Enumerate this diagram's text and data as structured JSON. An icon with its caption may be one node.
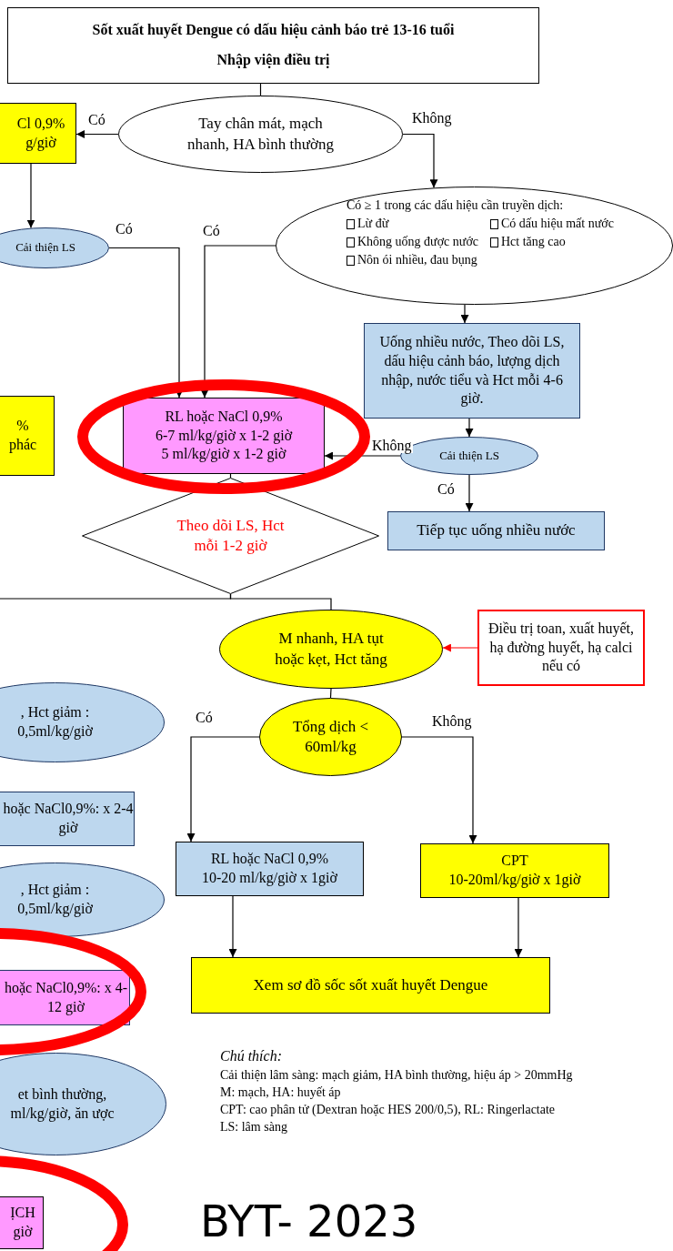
{
  "diagram": {
    "nodes": [
      {
        "text": [
          "Sốt xuất huyết Dengue có dấu hiệu cảnh báo trẻ 13-16 tuổi",
          "Nhập viện điều trị"
        ]
      },
      {
        "text": [
          "Cl 0,9% g/giờ"
        ]
      },
      {
        "text": [
          "Tay chân mát, mạch nhanh, HA bình thường"
        ]
      },
      {
        "text": [
          "Cải thiện LS"
        ]
      },
      {
        "text": [
          "Có ≥ 1 trong các dấu hiệu cần truyền dịch:",
          "Lừ đừ",
          "Có dấu hiệu mất nước",
          "Không uống được nước",
          "Hct tăng cao",
          "Nôn ói nhiều, đau bụng"
        ]
      },
      {
        "text": [
          "Uống nhiều nước, Theo dõi LS, dấu hiệu cảnh báo, lượng dịch nhập, nước tiểu và Hct mỗi 4-6 giờ."
        ]
      },
      {
        "text": [
          "% phác"
        ]
      },
      {
        "text": [
          "RL hoặc NaCl 0,9%",
          "6-7 ml/kg/giờ x 1-2 giờ",
          "5 ml/kg/giờ x 1-2 giờ"
        ]
      },
      {
        "text": [
          "Cải thiện LS"
        ]
      },
      {
        "text": [
          "Tiếp tục uống nhiều nước"
        ]
      },
      {
        "text": [
          "Theo dõi LS, Hct mỗi 1-2 giờ"
        ]
      },
      {
        "text": [
          "M nhanh, HA tụt hoặc kẹt, Hct tăng"
        ]
      },
      {
        "text": [
          "Điều trị toan, xuất huyết, hạ đường huyết, hạ calci nếu có"
        ]
      },
      {
        "text": [
          "Tổng dịch < 60ml/kg"
        ]
      },
      {
        "text": [
          ", Hct giảm : 0,5ml/kg/giờ"
        ]
      },
      {
        "text": [
          "hoặc NaCl0,9%: x 2-4 giờ"
        ]
      },
      {
        "text": [
          "RL hoặc NaCl 0,9%",
          "10-20 ml/kg/giờ x 1giờ"
        ]
      },
      {
        "text": [
          "CPT",
          "10-20ml/kg/giờ x 1giờ"
        ]
      },
      {
        "text": [
          ", Hct giảm : 0,5ml/kg/giờ"
        ]
      },
      {
        "text": [
          "Xem sơ đồ sốc sốt xuất huyết Dengue"
        ]
      },
      {
        "text": [
          "hoặc NaCl0,9%: x 4-12 giờ"
        ]
      },
      {
        "text": [
          "et bình thường, ml/kg/giờ, ăn ược"
        ]
      },
      {
        "text": [
          "ỊCH giờ"
        ]
      }
    ],
    "edges": [
      {
        "from": 0,
        "to": 2,
        "arrow": "none"
      },
      {
        "from": 2,
        "to": 1,
        "arrow": "to",
        "label": "Có"
      },
      {
        "from": 2,
        "to": 4,
        "arrow": "to",
        "label": "Không"
      },
      {
        "from": 1,
        "to": 3,
        "arrow": "to"
      },
      {
        "from": 3,
        "to": 7,
        "arrow": "to",
        "label": "Có"
      },
      {
        "from": 4,
        "to": 7,
        "arrow": "to",
        "label": "Có"
      },
      {
        "from": 4,
        "to": 5,
        "arrow": "to"
      },
      {
        "from": 5,
        "to": 8,
        "arrow": "to"
      },
      {
        "from": 8,
        "to": 7,
        "arrow": "to",
        "label": "Không"
      },
      {
        "from": 8,
        "to": 9,
        "arrow": "to",
        "label": "Có"
      },
      {
        "from": 7,
        "to": 10,
        "arrow": "none"
      },
      {
        "from": 10,
        "to": 11,
        "arrow": "none"
      },
      {
        "from": 10,
        "to": null,
        "arrow": "none"
      },
      {
        "from": 12,
        "to": 11,
        "arrow": "to",
        "color": "#ff0000"
      },
      {
        "from": 11,
        "to": 13,
        "arrow": "none"
      },
      {
        "from": 13,
        "to": 16,
        "arrow": "to",
        "label": "Có"
      },
      {
        "from": 13,
        "to": 17,
        "arrow": "to",
        "label": "Không"
      },
      {
        "from": 16,
        "to": 19,
        "arrow": "to"
      },
      {
        "from": 17,
        "to": 19,
        "arrow": "to"
      }
    ],
    "labels": [
      "Chú thích:",
      "Cải thiện lâm sàng: mạch giảm, HA bình thường, hiệu áp > 20mmHg",
      "M: mạch, HA: huyết áp",
      "CPT: cao phân tử (Dextran hoặc HES 200/0,5), RL: Ringerlactate",
      "LS: lâm sàng",
      "BYT- 2023"
    ]
  }
}
